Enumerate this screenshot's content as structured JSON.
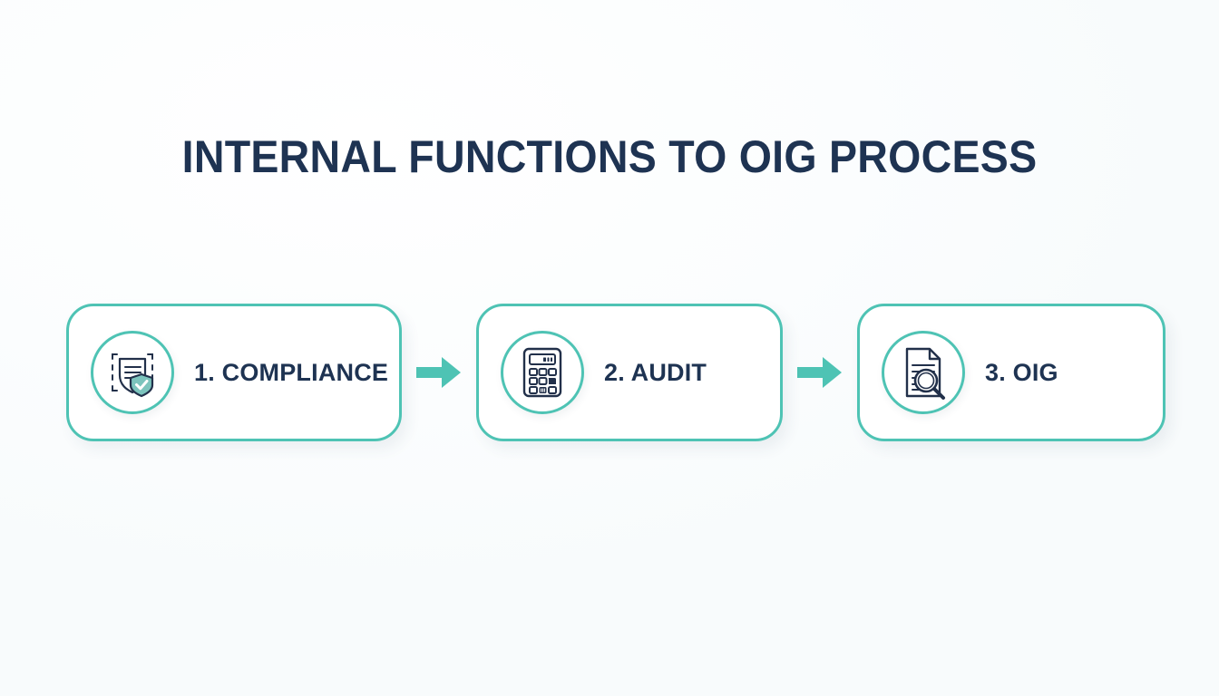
{
  "page": {
    "title": "INTERNAL FUNCTIONS TO OIG PROCESS",
    "background_color": "#fdfefe",
    "accent_color": "#4ec3b4",
    "text_color": "#1e3352"
  },
  "flow": {
    "steps": [
      {
        "label": "1. COMPLIANCE",
        "icon": "document-shield-check-icon",
        "icon_accent": "#7cc4bd"
      },
      {
        "label": "2. AUDIT",
        "icon": "calculator-icon",
        "icon_accent": "#1e3352"
      },
      {
        "label": "3. OIG",
        "icon": "document-magnifier-icon",
        "icon_accent": "#1e3352"
      }
    ],
    "connectors": [
      {
        "icon": "arrow-right-icon"
      },
      {
        "icon": "arrow-right-icon"
      }
    ]
  }
}
